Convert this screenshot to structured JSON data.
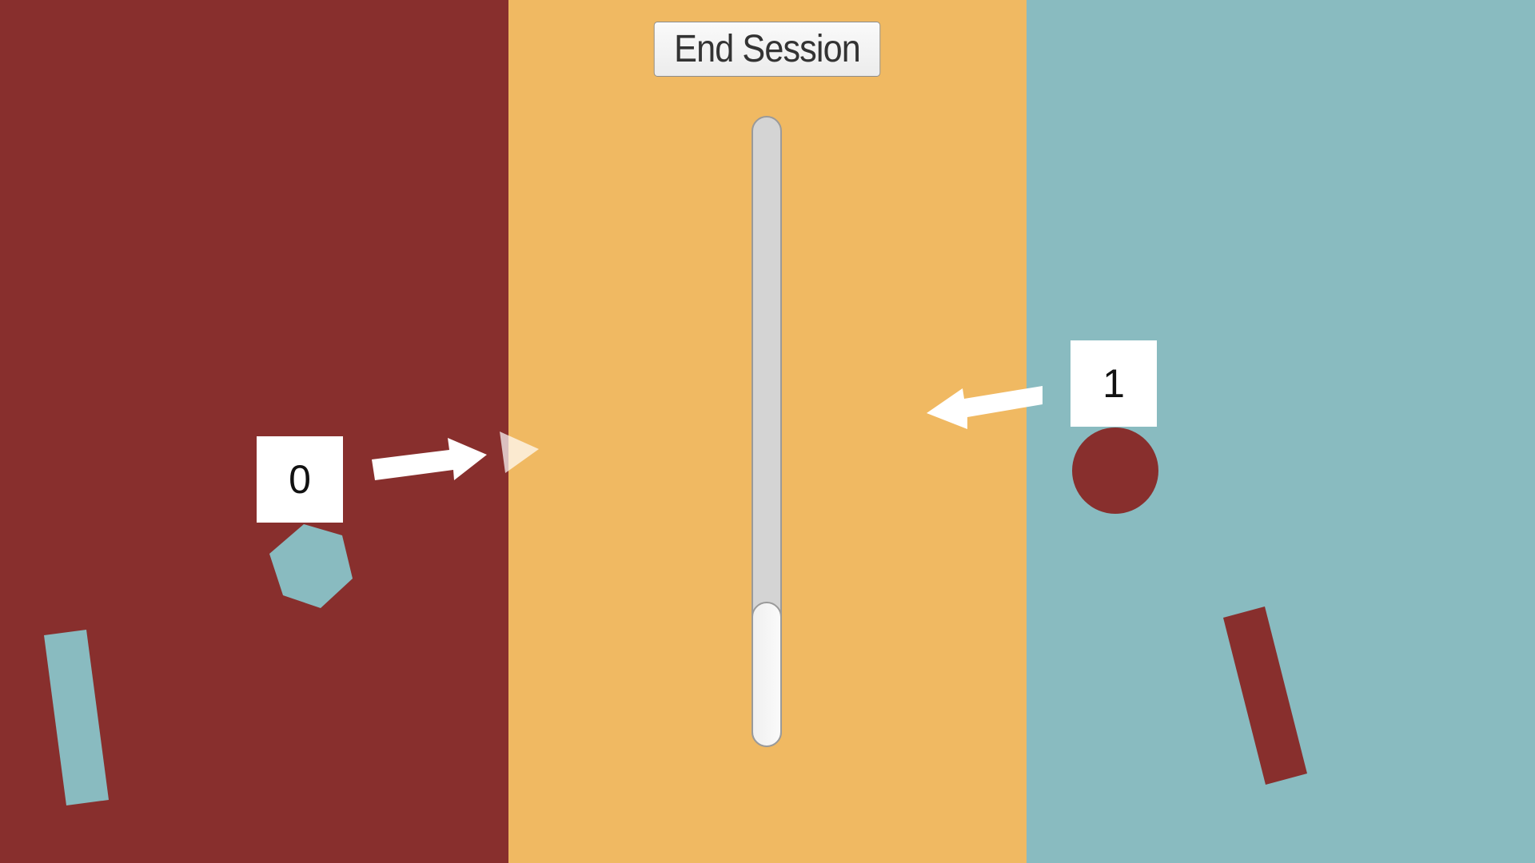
{
  "colors": {
    "left_panel": "#882f2d",
    "middle_panel": "#f0b962",
    "right_panel": "#89bbc0",
    "score_box": "#ffffff",
    "arrow": "#ffffff"
  },
  "end_session": {
    "label": "End Session"
  },
  "slider": {
    "orientation": "vertical",
    "value_fraction": 0.0
  },
  "players": [
    {
      "score": "0",
      "side": "left",
      "shape": "hexagon-icon",
      "shape_color": "#89bbc0",
      "arrow_direction": "right"
    },
    {
      "score": "1",
      "side": "right",
      "shape": "circle-icon",
      "shape_color": "#882f2d",
      "arrow_direction": "left"
    }
  ]
}
